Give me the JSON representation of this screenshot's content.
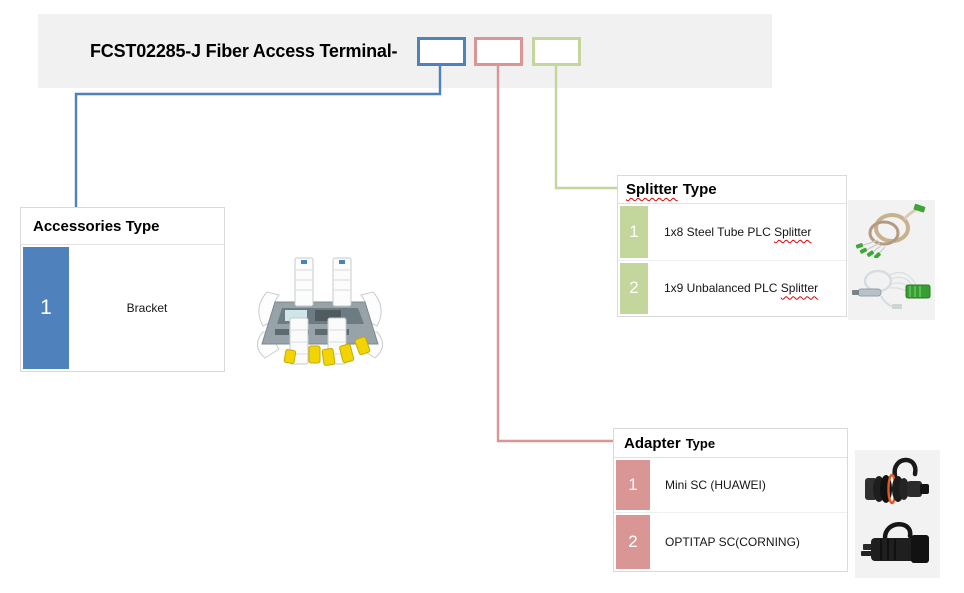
{
  "title": "FCST02285-J Fiber Access Terminal-",
  "accessories": {
    "title": "Accessories Type",
    "rows": [
      {
        "num": "1",
        "label": "Bracket"
      }
    ]
  },
  "splitter": {
    "title_word": "Splitter",
    "title_type": "Type",
    "rows": [
      {
        "num": "1",
        "label": "1x8 Steel Tube PLC",
        "flagged": "Splitter"
      },
      {
        "num": "2",
        "label": "1x9 Unbalanced PLC",
        "flagged": "Splitter"
      }
    ]
  },
  "adapter": {
    "title_word": "Adapter",
    "title_type": "Type",
    "rows": [
      {
        "num": "1",
        "label": "Mini SC (HUAWEI)"
      },
      {
        "num": "2",
        "label": "OPTITAP SC(CORNING)"
      }
    ]
  },
  "colors": {
    "accent_blue": "#4f81bd",
    "accent_pink": "#d99694",
    "accent_green": "#c3d69b",
    "banner_gray": "#f1f1f1",
    "photo_panel_gray": "#f2f2f2",
    "spellcheck_red": "#e00000",
    "table_border_gray": "#d9d9d9"
  }
}
